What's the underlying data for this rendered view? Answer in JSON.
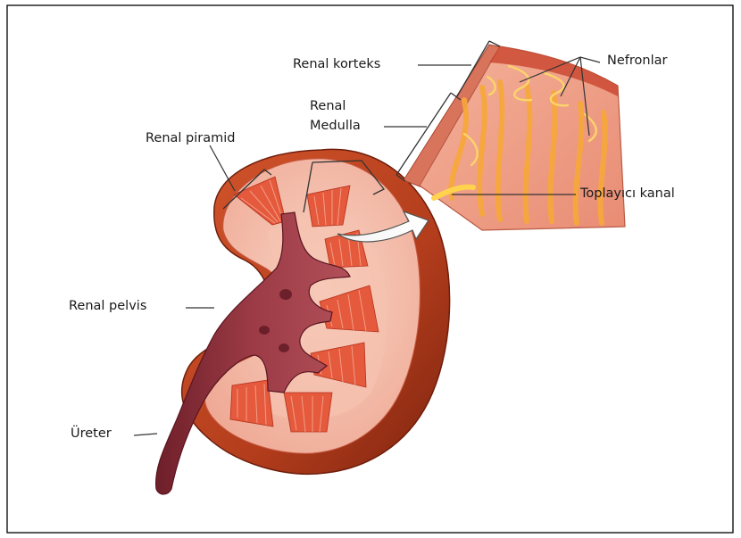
{
  "labels": {
    "renal_korteks": "Renal korteks",
    "nefronlar": "Nefronlar",
    "renal_medulla_line1": "Renal",
    "renal_medulla_line2": "Medulla",
    "renal_piramid": "Renal piramid",
    "toplayici_kanal": "Toplayıcı kanal",
    "renal_pelvis": "Renal pelvis",
    "ureter": "Üreter"
  },
  "colors": {
    "capsule": "#b8401e",
    "cortex": "#f2b3a0",
    "medulla_inner": "#f7c9b8",
    "pyramid": "#e0533a",
    "pelvis": "#8e2f3a",
    "nephron": "#f6a23a",
    "leader_line": "#333333"
  }
}
